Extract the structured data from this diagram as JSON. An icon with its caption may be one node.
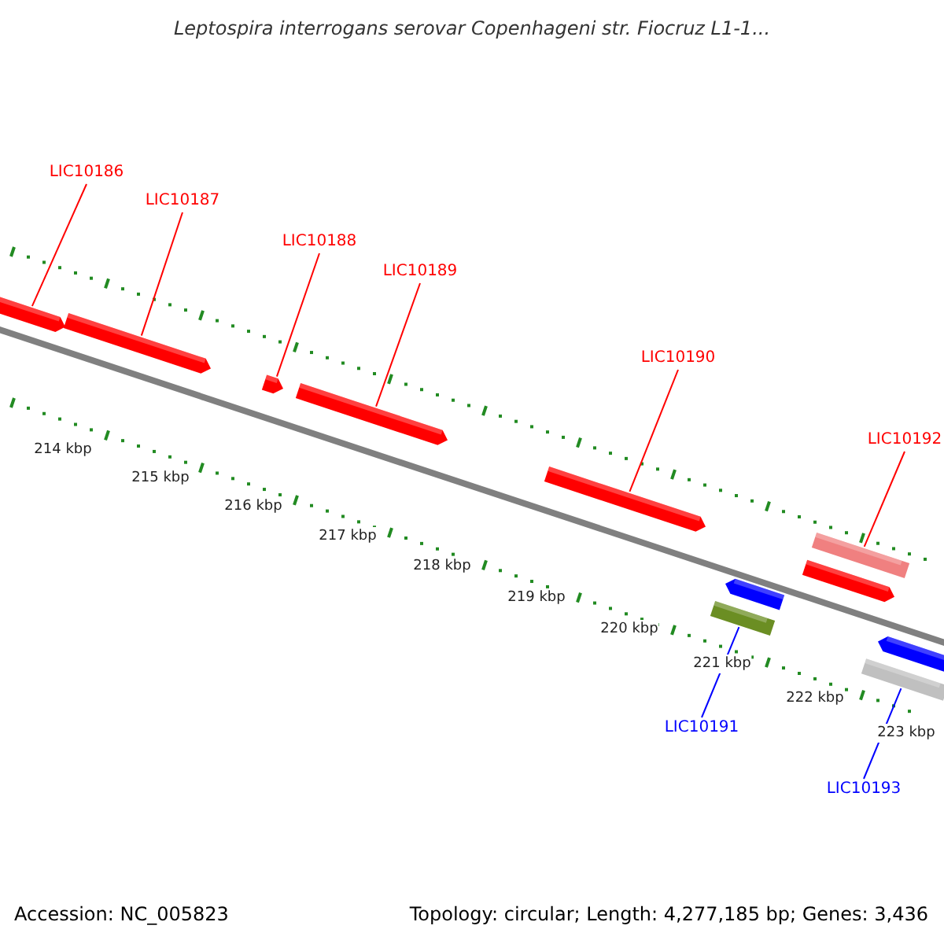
{
  "diagram": {
    "title": "Leptospira interrogans serovar Copenhageni str. Fiocruz L1-1...",
    "nodes": [
      {
        "text": [
          "LIC10186"
        ]
      },
      {
        "text": [
          "LIC10187"
        ]
      },
      {
        "text": [
          "LIC10188"
        ]
      },
      {
        "text": [
          "LIC10189"
        ]
      },
      {
        "text": [
          "LIC10190"
        ]
      },
      {
        "text": [
          "LIC10192"
        ]
      },
      {
        "text": [
          "LIC10191"
        ]
      },
      {
        "text": [
          "LIC10193"
        ]
      },
      {
        "text": [],
        "shape": "arrow"
      },
      {
        "text": [],
        "shape": "arrow"
      },
      {
        "text": [],
        "shape": "arrow"
      },
      {
        "text": [],
        "shape": "arrow"
      },
      {
        "text": [],
        "shape": "arrow"
      },
      {
        "text": [],
        "shape": "bar"
      },
      {
        "text": [],
        "shape": "arrow"
      },
      {
        "text": [],
        "shape": "arrow"
      },
      {
        "text": [],
        "shape": "bar"
      },
      {
        "text": [],
        "shape": "bar"
      },
      {
        "text": [],
        "shape": "arrow"
      }
    ],
    "edges": [
      {
        "from": 0,
        "to": 8,
        "arrow": "none"
      },
      {
        "from": 1,
        "to": 9,
        "arrow": "none"
      },
      {
        "from": 2,
        "to": 10,
        "arrow": "none"
      },
      {
        "from": 3,
        "to": 11,
        "arrow": "none"
      },
      {
        "from": 4,
        "to": 12,
        "arrow": "none"
      },
      {
        "from": 5,
        "to": 16,
        "arrow": "none"
      },
      {
        "from": 6,
        "to": 13,
        "arrow": "none",
        "color": "#0000ff"
      },
      {
        "from": 7,
        "to": 17,
        "arrow": "none",
        "color": "#0000ff"
      }
    ],
    "labels": [
      "214 kbp",
      "215 kbp",
      "216 kbp",
      "217 kbp",
      "218 kbp",
      "219 kbp",
      "220 kbp",
      "221 kbp",
      "222 kbp",
      "223 kbp",
      "Accession: NC_005823",
      "Topology: circular; Length: 4,277,185 bp; Genes: 3,436"
    ]
  }
}
